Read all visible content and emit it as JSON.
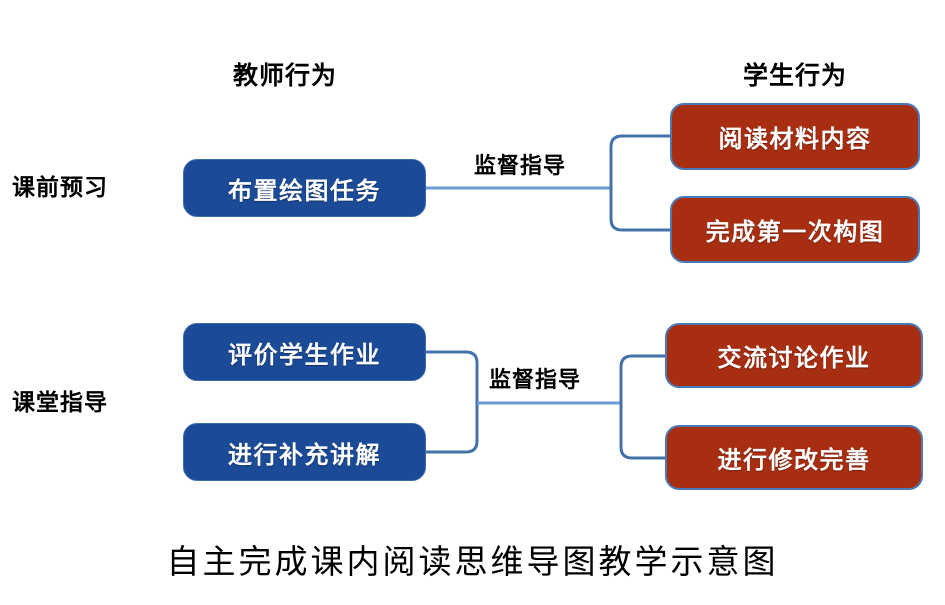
{
  "diagram": {
    "caption": "自主完成课内阅读思维导图教学示意图",
    "column_headers": {
      "teacher": "教师行为",
      "student": "学生行为"
    },
    "row_labels": {
      "preview": "课前预习",
      "guidance": "课堂指导"
    },
    "colors": {
      "teacher_box_fill": "#1B4A96",
      "student_box_fill": "#A82E11",
      "student_box_border": "#4A79B8",
      "connector_line": "#6C9BD6",
      "connector_bracket": "#4472A8",
      "text_on_box": "#FFFFFF",
      "label_text": "#000000",
      "background": "#FFFFFF"
    },
    "rows": [
      {
        "label": "课前预习",
        "teacher_nodes": [
          "布置绘图任务"
        ],
        "connector_label": "监督指导",
        "student_nodes": [
          "阅读材料内容",
          "完成第一次构图"
        ]
      },
      {
        "label": "课堂指导",
        "teacher_nodes": [
          "评价学生作业",
          "进行补充讲解"
        ],
        "connector_label": "监督指导",
        "student_nodes": [
          "交流讨论作业",
          "进行修改完善"
        ]
      }
    ],
    "nodes": {
      "assign_drawing": "布置绘图任务",
      "read_material": "阅读材料内容",
      "first_draft": "完成第一次构图",
      "evaluate_hw": "评价学生作业",
      "supplement": "进行补充讲解",
      "discuss_hw": "交流讨论作业",
      "revise_improve": "进行修改完善"
    },
    "connector_labels": {
      "row1": "监督指导",
      "row2": "监督指导"
    }
  }
}
